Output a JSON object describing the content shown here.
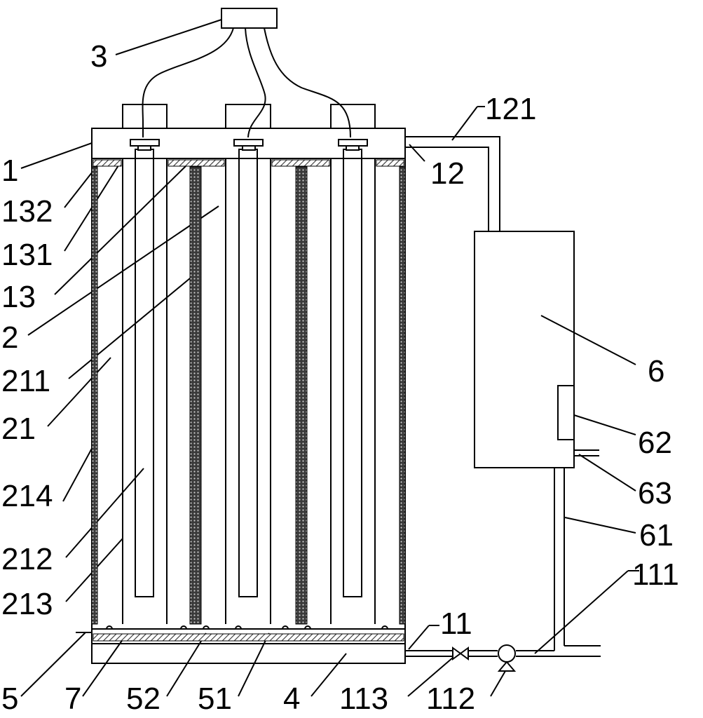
{
  "colors": {
    "line": "#000000",
    "hatch": "#6e6e6e",
    "membrane": "#2b2b2b",
    "background": "#ffffff"
  },
  "labels": {
    "l1": "1",
    "l2": "2",
    "l3": "3",
    "l4": "4",
    "l5": "5",
    "l6": "6",
    "l7": "7",
    "l11": "11",
    "l12": "12",
    "l13": "13",
    "l21": "21",
    "l51": "51",
    "l52": "52",
    "l61": "61",
    "l62": "62",
    "l63": "63",
    "l111": "111",
    "l112": "112",
    "l113": "113",
    "l121": "121",
    "l131": "131",
    "l132": "132",
    "l211": "211",
    "l212": "212",
    "l213": "213",
    "l214": "214"
  }
}
